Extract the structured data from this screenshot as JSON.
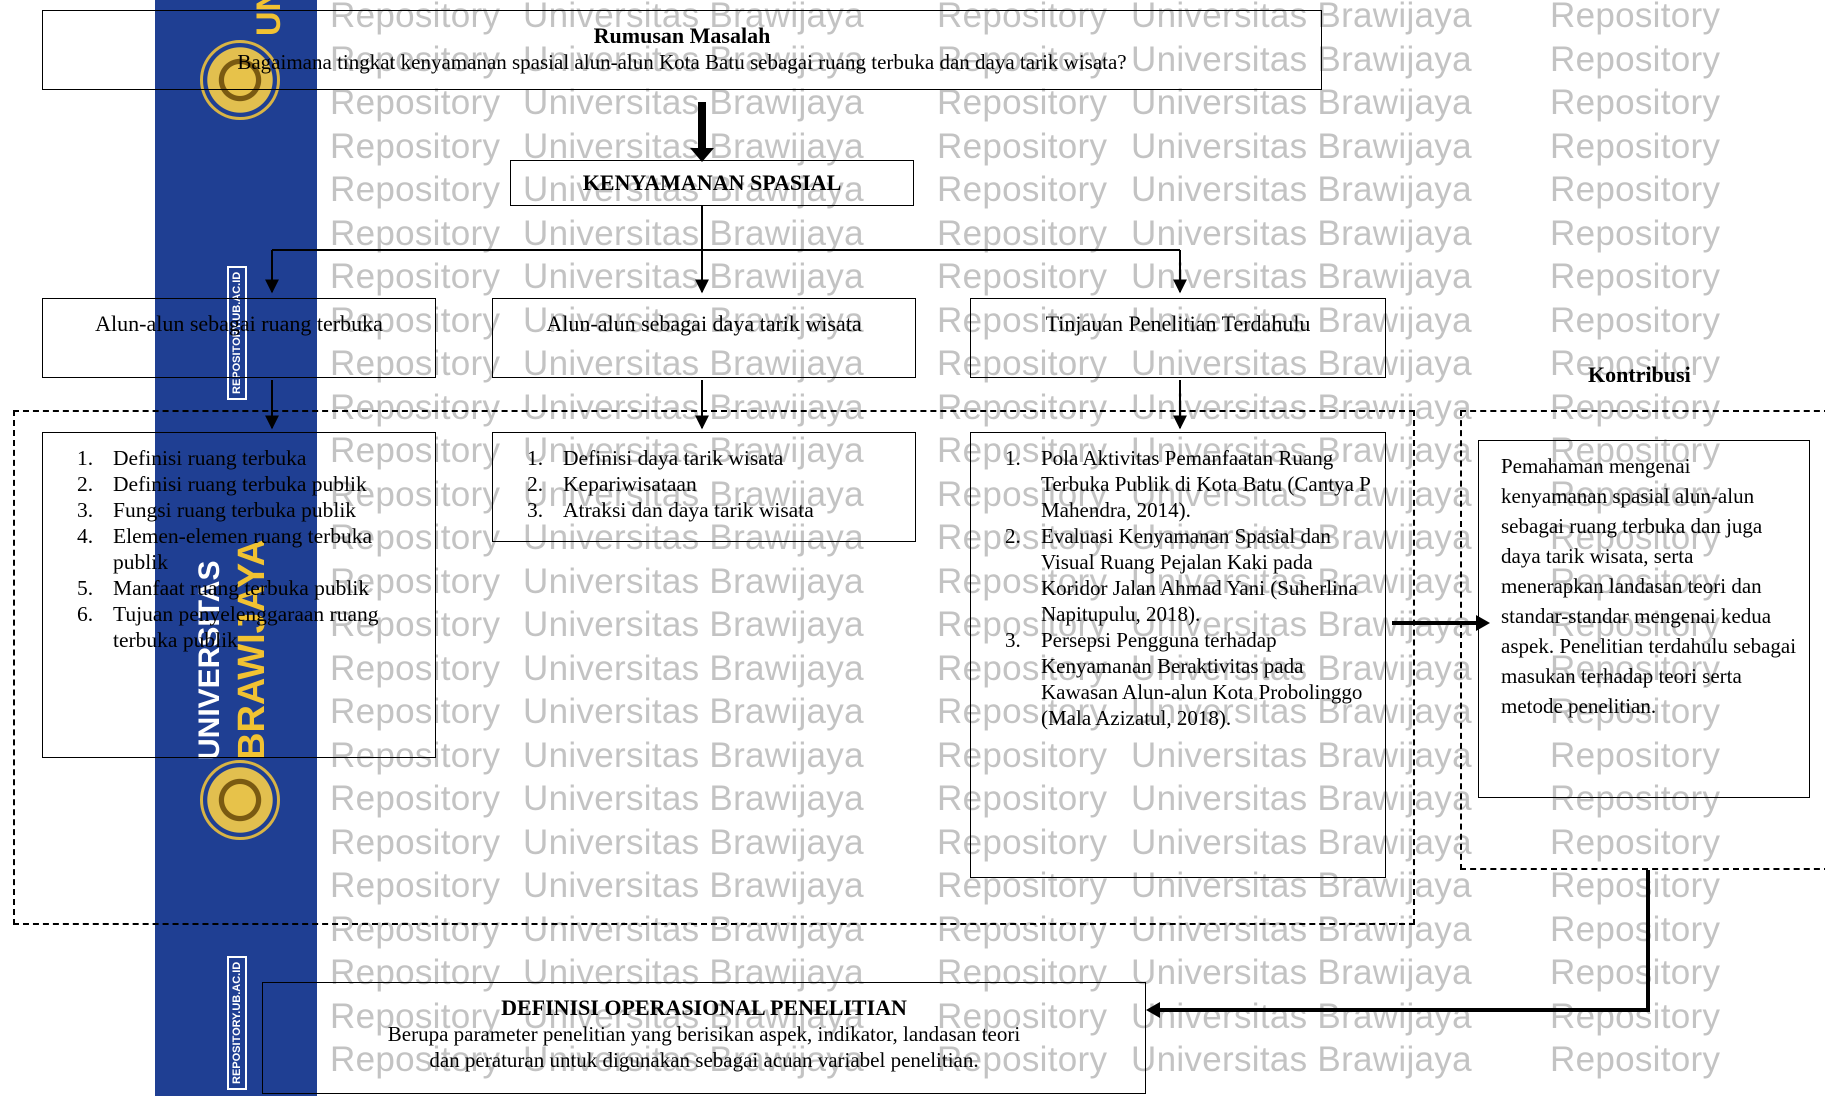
{
  "watermark": {
    "text_a": "Repository",
    "text_b": "Universitas Brawijaya"
  },
  "sidebar": {
    "top_text": "UNIVERSITAS BRAWIJAYA",
    "stamp": "REPOSITORY.UB.AC.ID",
    "side_universitas": "UNIVERSITAS",
    "side_brawijaya": "BRAWIJAYA"
  },
  "rumusan": {
    "title": "Rumusan Masalah",
    "text": "Bagaimana tingkat kenyamanan spasial alun-alun Kota Batu sebagai ruang terbuka dan daya tarik wisata?"
  },
  "kenyamanan": {
    "title": "KENYAMANAN SPASIAL"
  },
  "topics": {
    "ruang_terbuka": "Alun-alun sebagai ruang terbuka",
    "daya_tarik": "Alun-alun sebagai daya tarik wisata",
    "tinjauan": "Tinjauan Penelitian Terdahulu"
  },
  "list_ruang_terbuka": [
    {
      "num": "1.",
      "text": "Definisi ruang terbuka"
    },
    {
      "num": "2.",
      "text": "Definisi ruang terbuka publik"
    },
    {
      "num": "3.",
      "text": "Fungsi ruang terbuka publik"
    },
    {
      "num": "4.",
      "text": "Elemen-elemen ruang terbuka publik"
    },
    {
      "num": "5.",
      "text": "Manfaat ruang terbuka publik"
    },
    {
      "num": "6.",
      "text": "Tujuan penyelenggaraan ruang terbuka publik"
    }
  ],
  "list_daya_tarik": [
    {
      "num": "1.",
      "text": "Definisi daya tarik wisata"
    },
    {
      "num": "2.",
      "text": "Kepariwisataan"
    },
    {
      "num": "3.",
      "text": "Atraksi dan daya tarik wisata"
    }
  ],
  "list_tinjauan": [
    {
      "num": "1.",
      "text": "Pola Aktivitas Pemanfaatan Ruang Terbuka Publik di Kota Batu (Cantya P Mahendra, 2014)."
    },
    {
      "num": "2.",
      "text": "Evaluasi Kenyamanan Spasial dan Visual Ruang Pejalan Kaki pada Koridor Jalan Ahmad Yani (Suherlina Napitupulu, 2018)."
    },
    {
      "num": "3.",
      "text": "Persepsi Pengguna terhadap Kenyamanan Beraktivitas pada Kawasan Alun-alun Kota Probolinggo (Mala Azizatul, 2018)."
    }
  ],
  "kontribusi": {
    "title": "Kontribusi",
    "text": "Pemahaman mengenai kenyamanan spasial alun-alun sebagai ruang terbuka dan juga daya tarik wisata, serta menerapkan landasan teori dan standar-standar mengenai kedua aspek. Penelitian terdahulu sebagai masukan terhadap teori serta metode penelitian."
  },
  "definisi": {
    "title": "DEFINISI OPERASIONAL PENELITIAN",
    "line1": "Berupa parameter penelitian yang berisikan aspek, indikator, landasan teori",
    "line2": "dan peraturan untuk digunakan sebagai acuan variabel penelitian."
  }
}
